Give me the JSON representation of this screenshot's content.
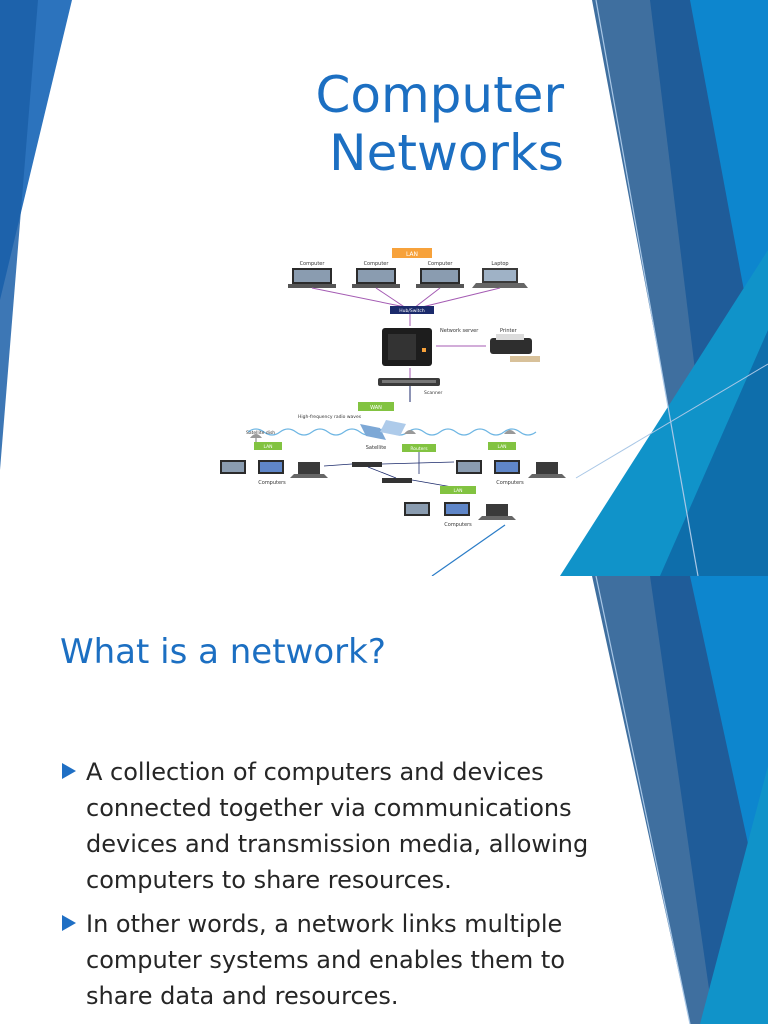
{
  "slide1": {
    "title_line1": "Computer",
    "title_line2": "Networks",
    "diagram": {
      "header_label": "LAN",
      "top_devices": [
        "Computer",
        "Computer",
        "Computer",
        "Laptop"
      ],
      "hub_label": "Hub/Switch",
      "server_label": "Network server",
      "printer_label": "Printer",
      "scanner_label": "Scanner",
      "wan_label": "WAN",
      "radio_label": "High-frequency radio waves",
      "satellite_label": "Satellite",
      "dish_label": "Satellite dish",
      "lan_label": "LAN",
      "routers_label": "Routers",
      "computers_label": "Computers"
    }
  },
  "slide2": {
    "title": "What is a network?",
    "bullets": [
      "A collection of computers and devices connected together via communications devices and transmission media, allowing computers to share resources.",
      "In other words, a network links multiple computer systems and enables them to share data and resources."
    ]
  },
  "colors": {
    "title": "#1c6fc2",
    "body_text": "#262626",
    "bullet": "#1f6fc4",
    "accent_dark": "#1f5c99",
    "accent_mid": "#3e7fc1",
    "accent_light": "#0b8bd4",
    "accent_teal": "#1093c9",
    "diagram_box_green": "#82c341",
    "diagram_box_orange": "#f7a23b",
    "diagram_box_navy": "#1b2a6b"
  }
}
